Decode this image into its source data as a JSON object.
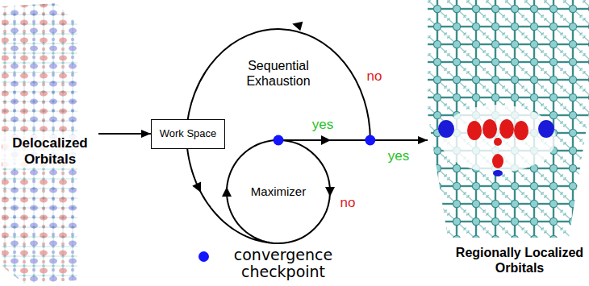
{
  "diagram": {
    "nodes": [
      {
        "text": [
          "Delocalized Orbitals"
        ]
      },
      {
        "text": [
          "Work Space"
        ]
      },
      {
        "text": [
          "Regionally Localized Orbitals"
        ]
      }
    ],
    "edges": [
      {
        "from": 0,
        "to": 1,
        "arrow": "to"
      },
      {
        "from": 1,
        "to": 2,
        "arrow": "to"
      }
    ],
    "labels": [
      "Sequential Exhaustion",
      "no",
      "yes",
      "yes",
      "Maximizer",
      "no"
    ],
    "legend": [
      {
        "text": "convergence checkpoint",
        "color": "#1414ff"
      }
    ]
  }
}
